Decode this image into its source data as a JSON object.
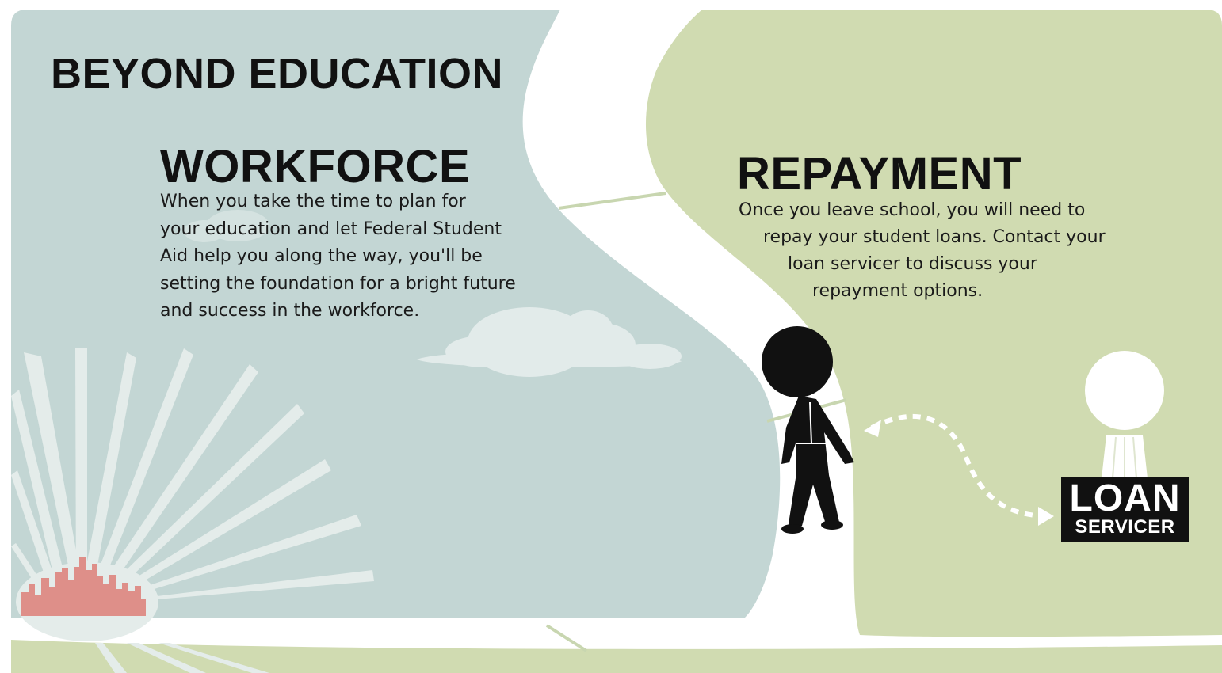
{
  "title": "BEYOND EDUCATION",
  "workforce": {
    "heading": "WORKFORCE",
    "lines": [
      "When you take the time to plan for",
      "your education and let Federal Student",
      "Aid help you along the way, you'll be",
      "setting the foundation for a bright future",
      "and success in the workforce."
    ]
  },
  "repayment": {
    "heading": "REPAYMENT",
    "lines": [
      "Once you leave school, you will need to",
      "repay your student loans. Contact your",
      "loan servicer to discuss your",
      "repayment options."
    ]
  },
  "loan_servicer": {
    "line1": "LOAN",
    "line2": "SERVICER"
  },
  "colors": {
    "sky": "#c3d6d4",
    "meadow": "#d0dbb1",
    "path": "#ffffff",
    "sun_rays": "#e4ecea",
    "city": "#de8f89",
    "person": "#111111",
    "cloud": "#e2ebea"
  },
  "icons": [
    "sun-icon",
    "city-skyline-icon",
    "cloud-icon",
    "student-figure-icon",
    "loan-servicer-figure-icon",
    "dotted-arrow-icon"
  ]
}
